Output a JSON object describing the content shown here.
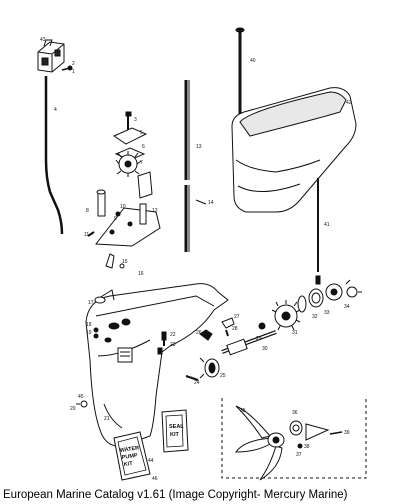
{
  "caption": "European Marine Catalog v1.61 (Image Copyright- Mercury Marine)",
  "kits": {
    "water_pump_line1": "WATER",
    "water_pump_line2": "PUMP",
    "water_pump_line3": "KIT",
    "seal_line1": "SEAL",
    "seal_line2": "KIT"
  },
  "callouts": [
    "43",
    "2",
    "1",
    "40",
    "42",
    "3",
    "4",
    "5",
    "6",
    "7",
    "13",
    "14",
    "12",
    "8",
    "10",
    "9",
    "11",
    "15",
    "17",
    "16",
    "41",
    "18",
    "19",
    "20",
    "21",
    "22",
    "23",
    "26",
    "25",
    "24",
    "27",
    "28",
    "29",
    "30",
    "31",
    "32",
    "33",
    "34",
    "35",
    "36",
    "37",
    "38",
    "39",
    "44",
    "45",
    "46"
  ]
}
